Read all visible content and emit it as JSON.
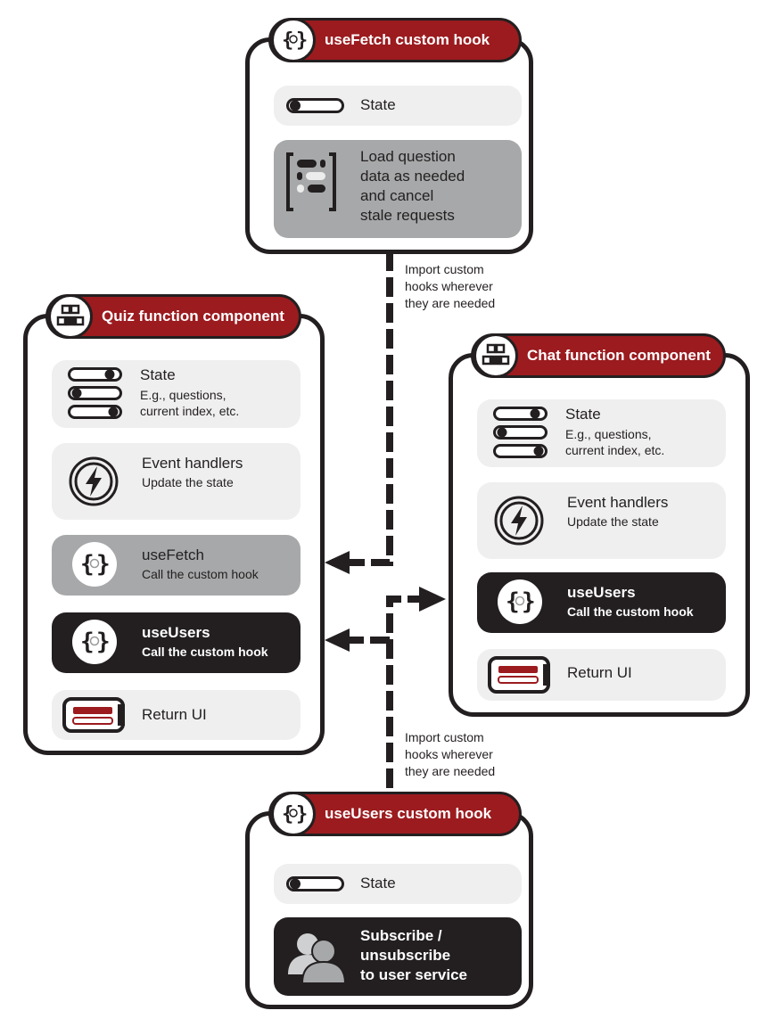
{
  "colors": {
    "brand_red": "#9b1b1f",
    "dark": "#231f20",
    "light_row": "#efefef",
    "grey_row": "#a6a8a9"
  },
  "use_fetch": {
    "title": "useFetch custom hook",
    "title_icon": "code-atom-icon",
    "state_label": "State",
    "load_text": [
      "Load question",
      "data as needed",
      "and cancel",
      "stale requests"
    ],
    "load_icon": "data-list-icon"
  },
  "connector_top": {
    "note": [
      "Import custom",
      "hooks wherever",
      "they are needed"
    ]
  },
  "connector_bottom": {
    "note": [
      "Import custom",
      "hooks wherever",
      "they are needed"
    ]
  },
  "quiz": {
    "title": "Quiz function component",
    "title_icon": "component-blocks-icon",
    "state_label": "State",
    "state_sub": [
      "E.g., questions,",
      "current index, etc."
    ],
    "handlers_label": "Event handlers",
    "handlers_sub": "Update the state",
    "usefetch_label": "useFetch",
    "usefetch_sub": "Call the custom hook",
    "useusers_label": "useUsers",
    "useusers_sub": "Call the custom hook",
    "return_label": "Return UI"
  },
  "chat": {
    "title": "Chat function component",
    "title_icon": "component-blocks-icon",
    "state_label": "State",
    "state_sub": [
      "E.g., questions,",
      "current index, etc."
    ],
    "handlers_label": "Event handlers",
    "handlers_sub": "Update the state",
    "useusers_label": "useUsers",
    "useusers_sub": "Call the custom hook",
    "return_label": "Return UI"
  },
  "use_users": {
    "title": "useUsers custom hook",
    "title_icon": "code-atom-icon",
    "state_label": "State",
    "subscribe_text": [
      "Subscribe /",
      "unsubscribe",
      "to user service"
    ],
    "subscribe_icon": "users-icon"
  }
}
